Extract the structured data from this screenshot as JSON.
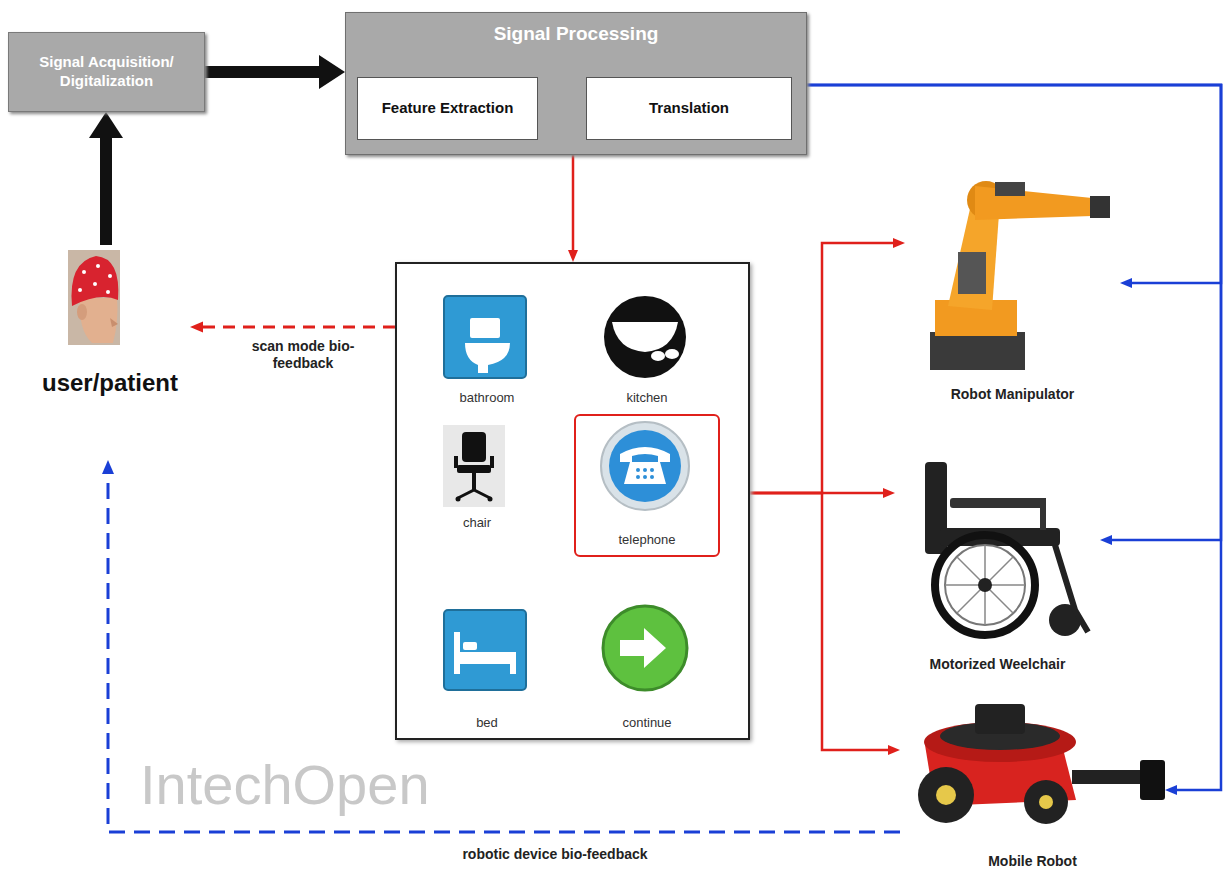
{
  "diagram": {
    "nodes": [
      {
        "text": [
          "Signal Acquisition/ Digitalization"
        ]
      },
      {
        "text": [
          "Signal Processing"
        ]
      },
      {
        "text": [
          "Feature Extraction"
        ],
        "in": 1
      },
      {
        "text": [
          "Translation"
        ],
        "in": 1
      },
      {
        "text": [
          "user/patient"
        ]
      },
      {
        "text": []
      },
      {
        "text": [
          "bathroom"
        ],
        "in": 5
      },
      {
        "text": [
          "kitchen"
        ],
        "in": 5
      },
      {
        "text": [
          "chair"
        ],
        "in": 5
      },
      {
        "text": [
          "telephone"
        ],
        "in": 5
      },
      {
        "text": [
          "bed"
        ],
        "in": 5
      },
      {
        "text": [
          "continue"
        ],
        "in": 5
      },
      {
        "text": [
          "Robot Manipulator"
        ]
      },
      {
        "text": [
          "Motorized Weelchair"
        ]
      },
      {
        "text": [
          "Mobile Robot"
        ]
      }
    ],
    "edges": [
      {
        "from": 4,
        "to": 0,
        "arrow": "to"
      },
      {
        "from": 0,
        "to": 1,
        "arrow": "to"
      },
      {
        "from": 2,
        "to": 3,
        "arrow": "to"
      },
      {
        "from": 1,
        "to": 5,
        "arrow": "to"
      },
      {
        "from": 5,
        "to": 4,
        "arrow": "to",
        "label": "scan mode bio-feedback"
      },
      {
        "from": 5,
        "to": 12,
        "arrow": "to"
      },
      {
        "from": 5,
        "to": 13,
        "arrow": "to"
      },
      {
        "from": 5,
        "to": 14,
        "arrow": "to"
      },
      {
        "from": 1,
        "to": 12,
        "arrow": "to"
      },
      {
        "from": 1,
        "to": 13,
        "arrow": "to"
      },
      {
        "from": 1,
        "to": 14,
        "arrow": "to"
      },
      {
        "from": 14,
        "to": 4,
        "arrow": "to",
        "label": "robotic device bio-feedback"
      }
    ],
    "labels": [
      "IntechOpen"
    ]
  }
}
